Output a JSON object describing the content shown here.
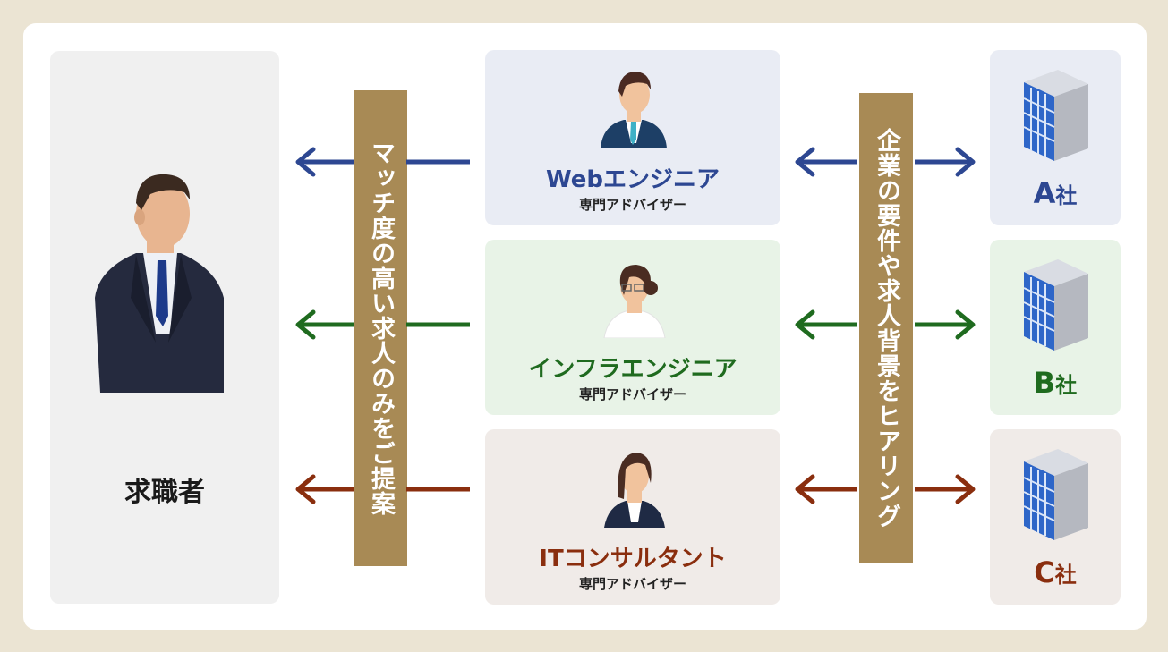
{
  "seeker": {
    "label": "求職者"
  },
  "left_banner": {
    "text": "マッチ度の高い求人のみをご提案"
  },
  "right_banner": {
    "text": "企業の要件や求人背景をヒアリング"
  },
  "advisors": [
    {
      "title": "Webエンジニア",
      "subtitle": "専門アドバイザー",
      "color": "#2d4792",
      "bg": "#e9ecf4"
    },
    {
      "title": "インフラエンジニア",
      "subtitle": "専門アドバイザー",
      "color": "#1f6b1f",
      "bg": "#e8f3e7"
    },
    {
      "title": "ITコンサルタント",
      "subtitle": "専門アドバイザー",
      "color": "#8a2e0e",
      "bg": "#f0ebe8"
    }
  ],
  "companies": [
    {
      "letter": "A",
      "suffix": "社",
      "color": "#2d4792",
      "bg": "#e9ecf4"
    },
    {
      "letter": "B",
      "suffix": "社",
      "color": "#1f6b1f",
      "bg": "#e8f3e7"
    },
    {
      "letter": "C",
      "suffix": "社",
      "color": "#8a2e0e",
      "bg": "#f0ebe8"
    }
  ],
  "icons": {
    "seeker": "businessman-icon",
    "advisors": [
      "male-advisor-icon",
      "female-advisor-glasses-icon",
      "female-advisor-icon"
    ],
    "company": "office-building-icon"
  }
}
